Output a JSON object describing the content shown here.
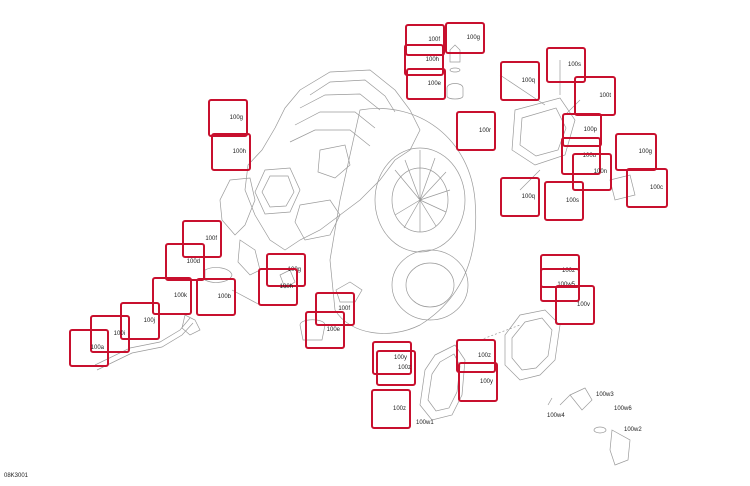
{
  "diagram_code": "08K3001",
  "accent_color": "#c8102e",
  "callouts": [
    {
      "name": "callout-100f-top",
      "label": "100f"
    },
    {
      "name": "callout-100g-top",
      "label": "100g"
    },
    {
      "name": "callout-100h-top",
      "label": "100h"
    },
    {
      "name": "callout-100e-top",
      "label": "100e"
    },
    {
      "name": "callout-100s-right",
      "label": "100s"
    },
    {
      "name": "callout-100q-right",
      "label": "100q"
    },
    {
      "name": "callout-100t",
      "label": "100t"
    },
    {
      "name": "callout-100r",
      "label": "100r"
    },
    {
      "name": "callout-100p",
      "label": "100p"
    },
    {
      "name": "callout-100u",
      "label": "100u"
    },
    {
      "name": "callout-100n",
      "label": "100n"
    },
    {
      "name": "callout-100g-right",
      "label": "100g"
    },
    {
      "name": "callout-100c",
      "label": "100c"
    },
    {
      "name": "callout-100q-low",
      "label": "100q"
    },
    {
      "name": "callout-100s-low",
      "label": "100s"
    },
    {
      "name": "callout-100g-left",
      "label": "100g"
    },
    {
      "name": "callout-100h-left",
      "label": "100h"
    },
    {
      "name": "callout-100f-left",
      "label": "100f"
    },
    {
      "name": "callout-100d-left",
      "label": "100d"
    },
    {
      "name": "callout-100b",
      "label": "100b"
    },
    {
      "name": "callout-100k",
      "label": "100k"
    },
    {
      "name": "callout-100j",
      "label": "100j"
    },
    {
      "name": "callout-100i",
      "label": "100i"
    },
    {
      "name": "callout-100a",
      "label": "100a"
    },
    {
      "name": "callout-100g-mid",
      "label": "100g"
    },
    {
      "name": "callout-100h-mid",
      "label": "100h"
    },
    {
      "name": "callout-100f-mid",
      "label": "100f"
    },
    {
      "name": "callout-100e-mid",
      "label": "100e"
    },
    {
      "name": "callout-100z-right",
      "label": "100z"
    },
    {
      "name": "callout-100w5",
      "label": "100w5"
    },
    {
      "name": "callout-100v",
      "label": "100v"
    },
    {
      "name": "callout-100y-left",
      "label": "100y"
    },
    {
      "name": "callout-100z-left",
      "label": "100z"
    },
    {
      "name": "callout-100z-low",
      "label": "100z"
    },
    {
      "name": "callout-100z-mid",
      "label": "100z"
    },
    {
      "name": "callout-100y-mid",
      "label": "100y"
    }
  ],
  "free_labels": [
    {
      "name": "label-100w1",
      "label": "100w1"
    },
    {
      "name": "label-100w4",
      "label": "100w4"
    },
    {
      "name": "label-100w3",
      "label": "100w3"
    },
    {
      "name": "label-100w6",
      "label": "100w6"
    },
    {
      "name": "label-100w2",
      "label": "100w2"
    }
  ]
}
